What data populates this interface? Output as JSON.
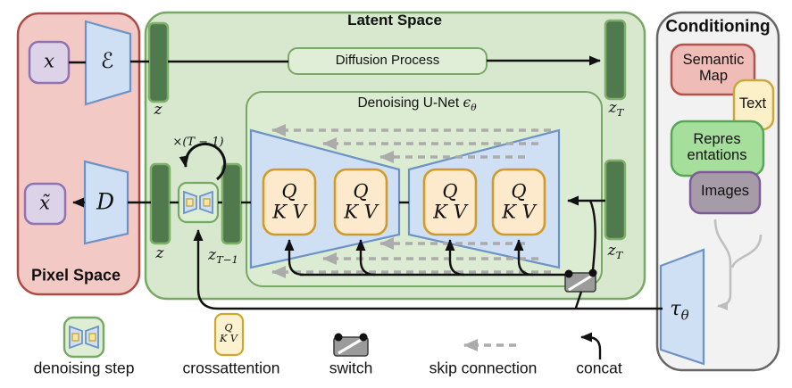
{
  "pixel_space": {
    "title": "Pixel Space",
    "input_label": "x",
    "output_label": "x̃",
    "encoder_label": "ℰ",
    "decoder_label": "D"
  },
  "latent_space": {
    "title": "Latent Space",
    "diffusion_label": "Diffusion Process",
    "unet_prefix": "Denoising U-Net ",
    "unet_eps": "ϵ",
    "z": "z",
    "zT_base": "z",
    "zTm1_base": "z",
    "loop_label": "×(T − 1)",
    "q": "Q",
    "kv": "K V"
  },
  "subs": {
    "T": "T",
    "Tm1": "T−1",
    "theta": "θ"
  },
  "conditioning": {
    "title": "Conditioning",
    "tau_base": "τ",
    "items": [
      {
        "lines": [
          "Semantic",
          "Map"
        ]
      },
      {
        "lines": [
          "Text"
        ]
      },
      {
        "lines": [
          "Repres",
          "entations"
        ]
      },
      {
        "lines": [
          "Images"
        ]
      }
    ]
  },
  "legend": {
    "denoising": "denoising step",
    "crossattention": "crossattention",
    "switch": "switch",
    "skip": "skip connection",
    "concat": "concat",
    "q": "Q",
    "kv": "K V"
  },
  "colors": {
    "pixel_fill": "#f3c9c6",
    "pixel_stroke": "#ac4b45",
    "latent_fill": "#d7e8cf",
    "latent_stroke": "#78a865",
    "unet_fill": "#dcecd3",
    "bar_fill": "#50794e",
    "bar_stroke": "#7fb069",
    "blue_fill": "#cfe0f4",
    "blue_stroke": "#6d93c5",
    "attn_fill": "#fde9cc",
    "attn_stroke": "#d29a28",
    "purple_fill": "#ddd3e9",
    "purple_stroke": "#9172b3",
    "cond_fill": "#f2f2f2",
    "cond_stroke": "#666666",
    "semantic_fill": "#efbcb8",
    "semantic_stroke": "#b4524c",
    "text_fill": "#fcf0c8",
    "text_stroke": "#c9a83d",
    "repres_fill": "#a5df9b",
    "repres_stroke": "#56a756",
    "images_fill": "#a59ca8",
    "images_stroke": "#7e5a9b",
    "switch_fill": "#9b9b9b",
    "skip_gray": "#ababab",
    "line_black": "#111111"
  }
}
